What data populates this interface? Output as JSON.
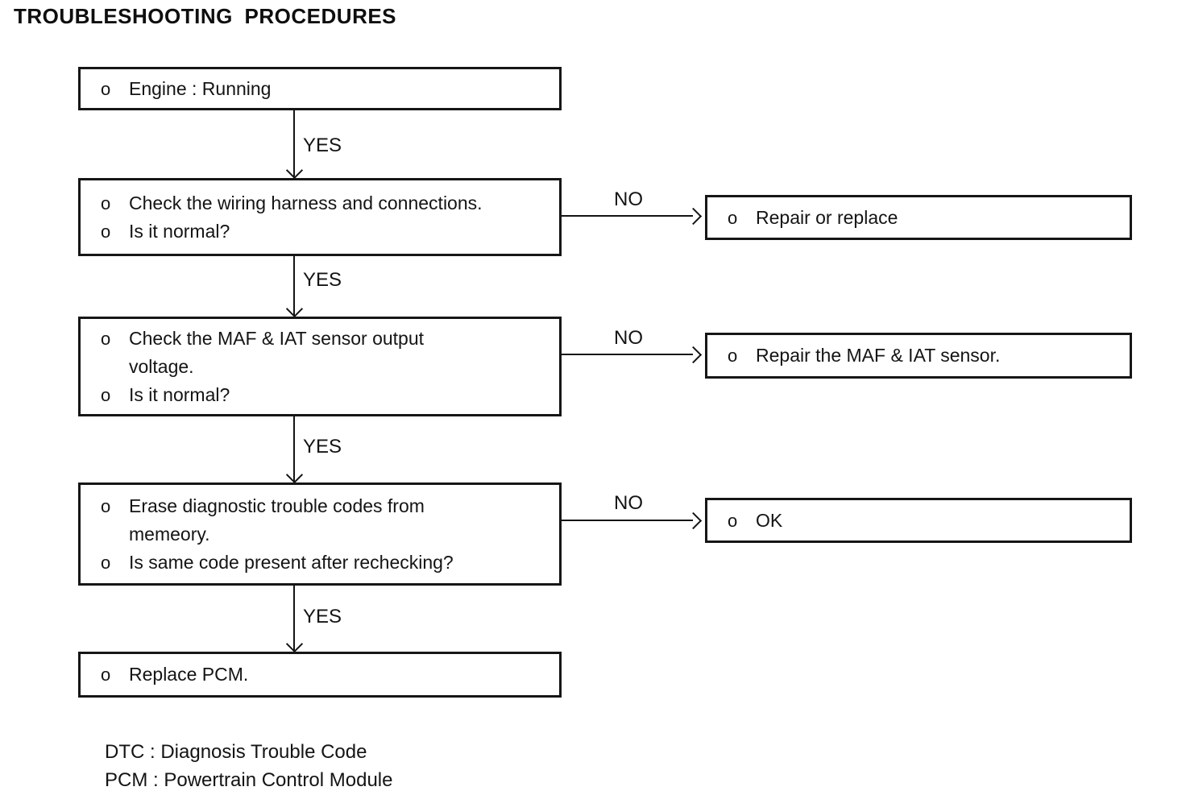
{
  "title": "TROUBLESHOOTING PROCEDURES",
  "flow": {
    "bullet": "o",
    "yes_label": "YES",
    "no_label": "NO",
    "main_boxes": [
      {
        "items": [
          {
            "lines": [
              "Engine : Running"
            ]
          }
        ]
      },
      {
        "items": [
          {
            "lines": [
              "Check the wiring harness and connections."
            ]
          },
          {
            "lines": [
              "Is it normal?"
            ]
          }
        ]
      },
      {
        "items": [
          {
            "lines": [
              "Check the MAF & IAT sensor output",
              "voltage."
            ]
          },
          {
            "lines": [
              "Is it normal?"
            ]
          }
        ]
      },
      {
        "items": [
          {
            "lines": [
              "Erase diagnostic trouble codes from",
              "memeory."
            ]
          },
          {
            "lines": [
              "Is same code present after rechecking?"
            ]
          }
        ]
      },
      {
        "items": [
          {
            "lines": [
              "Replace PCM."
            ]
          }
        ]
      }
    ],
    "result_boxes": [
      {
        "items": [
          {
            "lines": [
              "Repair or replace"
            ]
          }
        ]
      },
      {
        "items": [
          {
            "lines": [
              "Repair the MAF & IAT sensor."
            ]
          }
        ]
      },
      {
        "items": [
          {
            "lines": [
              "OK"
            ]
          }
        ]
      }
    ]
  },
  "legend": {
    "lines": [
      "DTC : Diagnosis Trouble Code",
      "PCM : Powertrain Control Module"
    ]
  },
  "colors": {
    "ink": "#141414",
    "paper": "#ffffff"
  }
}
